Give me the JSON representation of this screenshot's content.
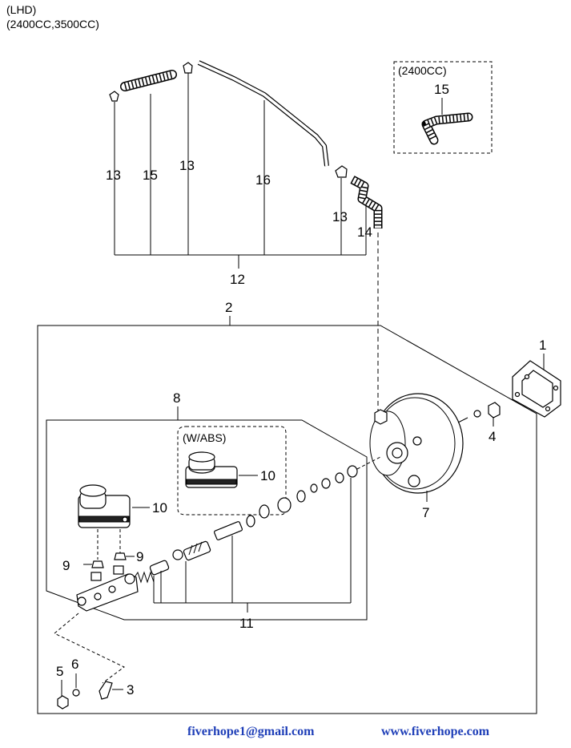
{
  "header": {
    "line1": "(LHD)",
    "line2": "(2400CC,3500CC)"
  },
  "labels": {
    "p1": "1",
    "p2": "2",
    "p3": "3",
    "p4": "4",
    "p5": "5",
    "p6": "6",
    "p7": "7",
    "p8": "8",
    "p9a": "9",
    "p9b": "9",
    "p10a": "10",
    "p10b": "10",
    "p11": "11",
    "p12": "12",
    "p13a": "13",
    "p13b": "13",
    "p13c": "13",
    "p14": "14",
    "p15a": "15",
    "p15b": "15",
    "p16": "16"
  },
  "insets": {
    "engine": "(2400CC)",
    "abs": "(W/ABS)"
  },
  "footer": {
    "email": "fiverhope1@gmail.com",
    "website": "www.fiverhope.com"
  }
}
